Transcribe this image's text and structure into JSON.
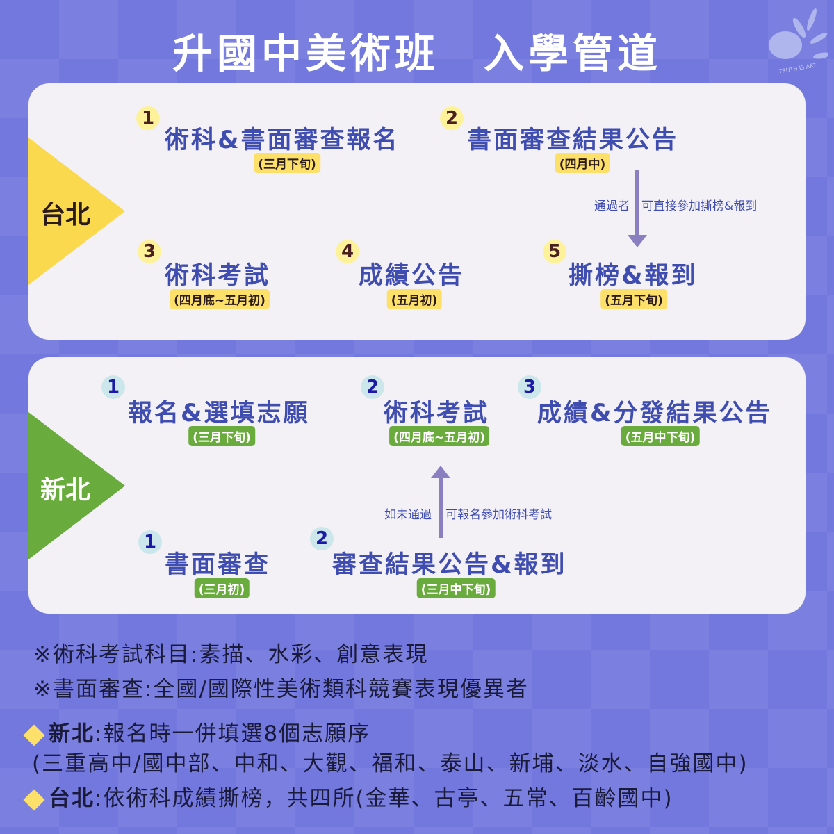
{
  "title": "升國中美術班　入學管道",
  "logo_text": "TRUTH IS ART",
  "colors": {
    "taipei": "#fbd94f",
    "new_taipei": "#6aab3d",
    "accent": "#3f4db0"
  },
  "taipei": {
    "region": "台北",
    "steps": [
      {
        "num": "1",
        "title": "術科&書面審查報名",
        "date": "(三月下旬)"
      },
      {
        "num": "2",
        "title": "書面審查結果公告",
        "date": "(四月中)"
      },
      {
        "num": "3",
        "title": "術科考試",
        "date": "(四月底~五月初)"
      },
      {
        "num": "4",
        "title": "成績公告",
        "date": "(五月初)"
      },
      {
        "num": "5",
        "title": "撕榜&報到",
        "date": "(五月下旬)"
      }
    ],
    "note_left": "通過者",
    "note_right": "可直接參加撕榜&報到"
  },
  "new_taipei": {
    "region": "新北",
    "steps": [
      {
        "num": "1",
        "title": "報名&選填志願",
        "date": "(三月下旬)"
      },
      {
        "num": "2",
        "title": "術科考試",
        "date": "(四月底~五月初)"
      },
      {
        "num": "3",
        "title": "成績&分發結果公告",
        "date": "(五月中下旬)"
      },
      {
        "num": "1",
        "title": "書面審查",
        "date": "(三月初)"
      },
      {
        "num": "2",
        "title": "審查結果公告&報到",
        "date": "(三月中下旬)"
      }
    ],
    "note_left": "如未通過",
    "note_right": "可報名參加術科考試"
  },
  "notes": {
    "line1": "※術科考試科目:素描、水彩、創意表現",
    "line2": "※書面審查:全國/國際性美術類科競賽表現優異者",
    "nt_label": "新北",
    "nt_text": ":報名時一併填選8個志願序",
    "nt_schools": "(三重高中/國中部、中和、大觀、福和、泰山、新埔、淡水、自強國中)",
    "tp_label": "台北",
    "tp_text": ":依術科成績撕榜，共四所(金華、古亭、五常、百齡國中)"
  }
}
